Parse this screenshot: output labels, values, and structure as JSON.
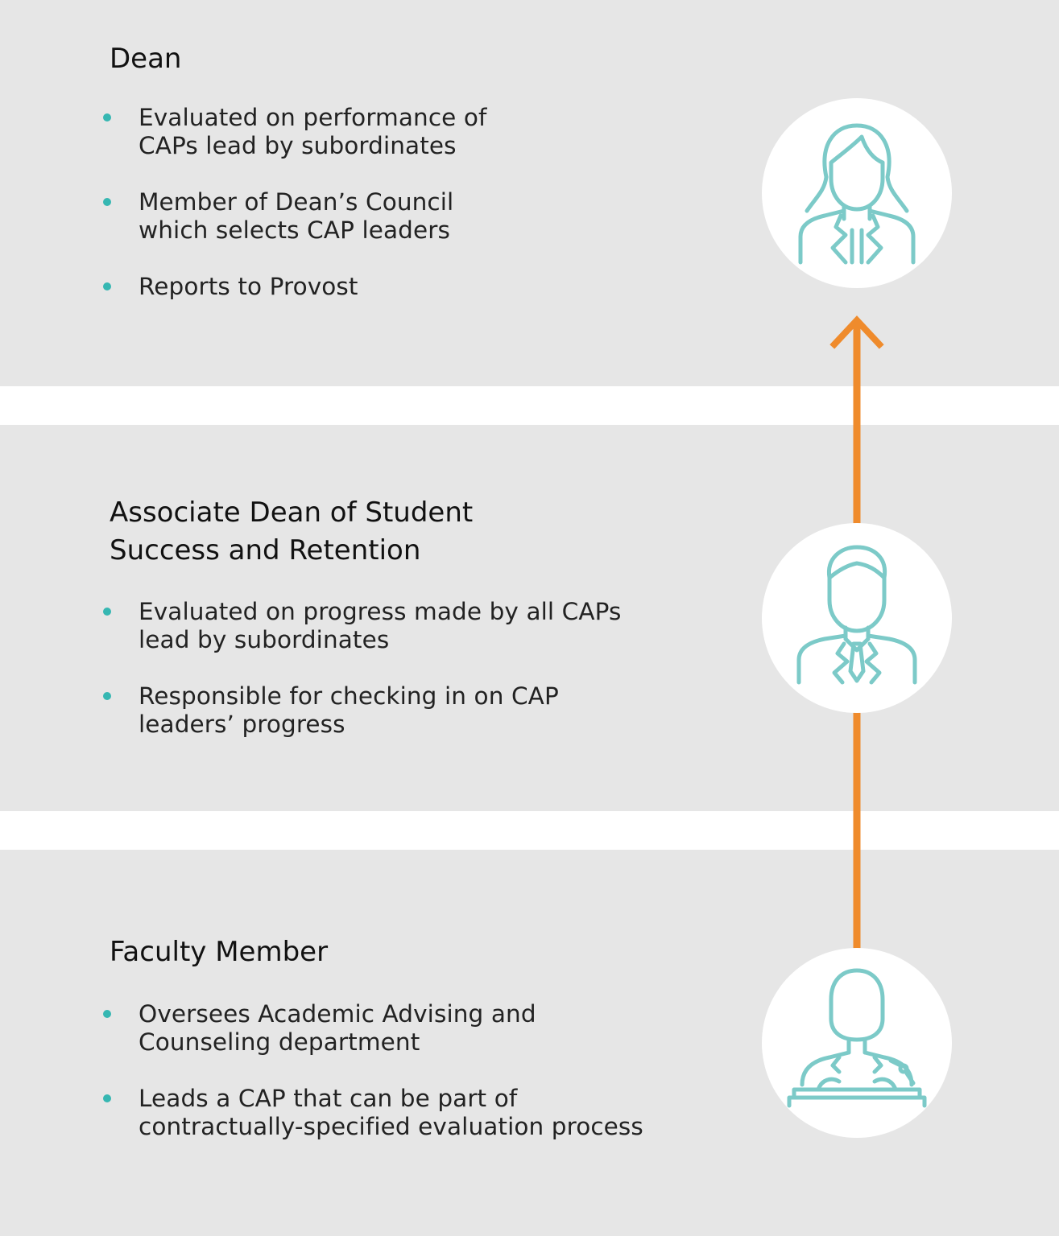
{
  "colors": {
    "panel_background": "#e6e6e6",
    "bullet": "#36b7b2",
    "icon_stroke": "#7ccac8",
    "arrow": "#ef8b2c"
  },
  "roles": [
    {
      "title": "Dean",
      "icon": "woman-avatar-icon",
      "bullets": [
        "Evaluated on performance of\nCAPs lead by subordinates",
        "Member of Dean’s Council\nwhich selects CAP leaders",
        "Reports to Provost"
      ]
    },
    {
      "title": "Associate Dean of Student\nSuccess and Retention",
      "icon": "man-with-tie-avatar-icon",
      "bullets": [
        "Evaluated on progress made by all CAPs\nlead by subordinates",
        "Responsible for checking in on CAP\nleaders’ progress"
      ]
    },
    {
      "title": "Faculty Member",
      "icon": "speaker-at-podium-icon",
      "bullets": [
        "Oversees Academic Advising and\nCounseling department",
        "Leads a CAP that can be part of\ncontractually-specified evaluation process"
      ]
    }
  ],
  "connector": {
    "direction": "up",
    "icon": "arrow-up-icon"
  }
}
